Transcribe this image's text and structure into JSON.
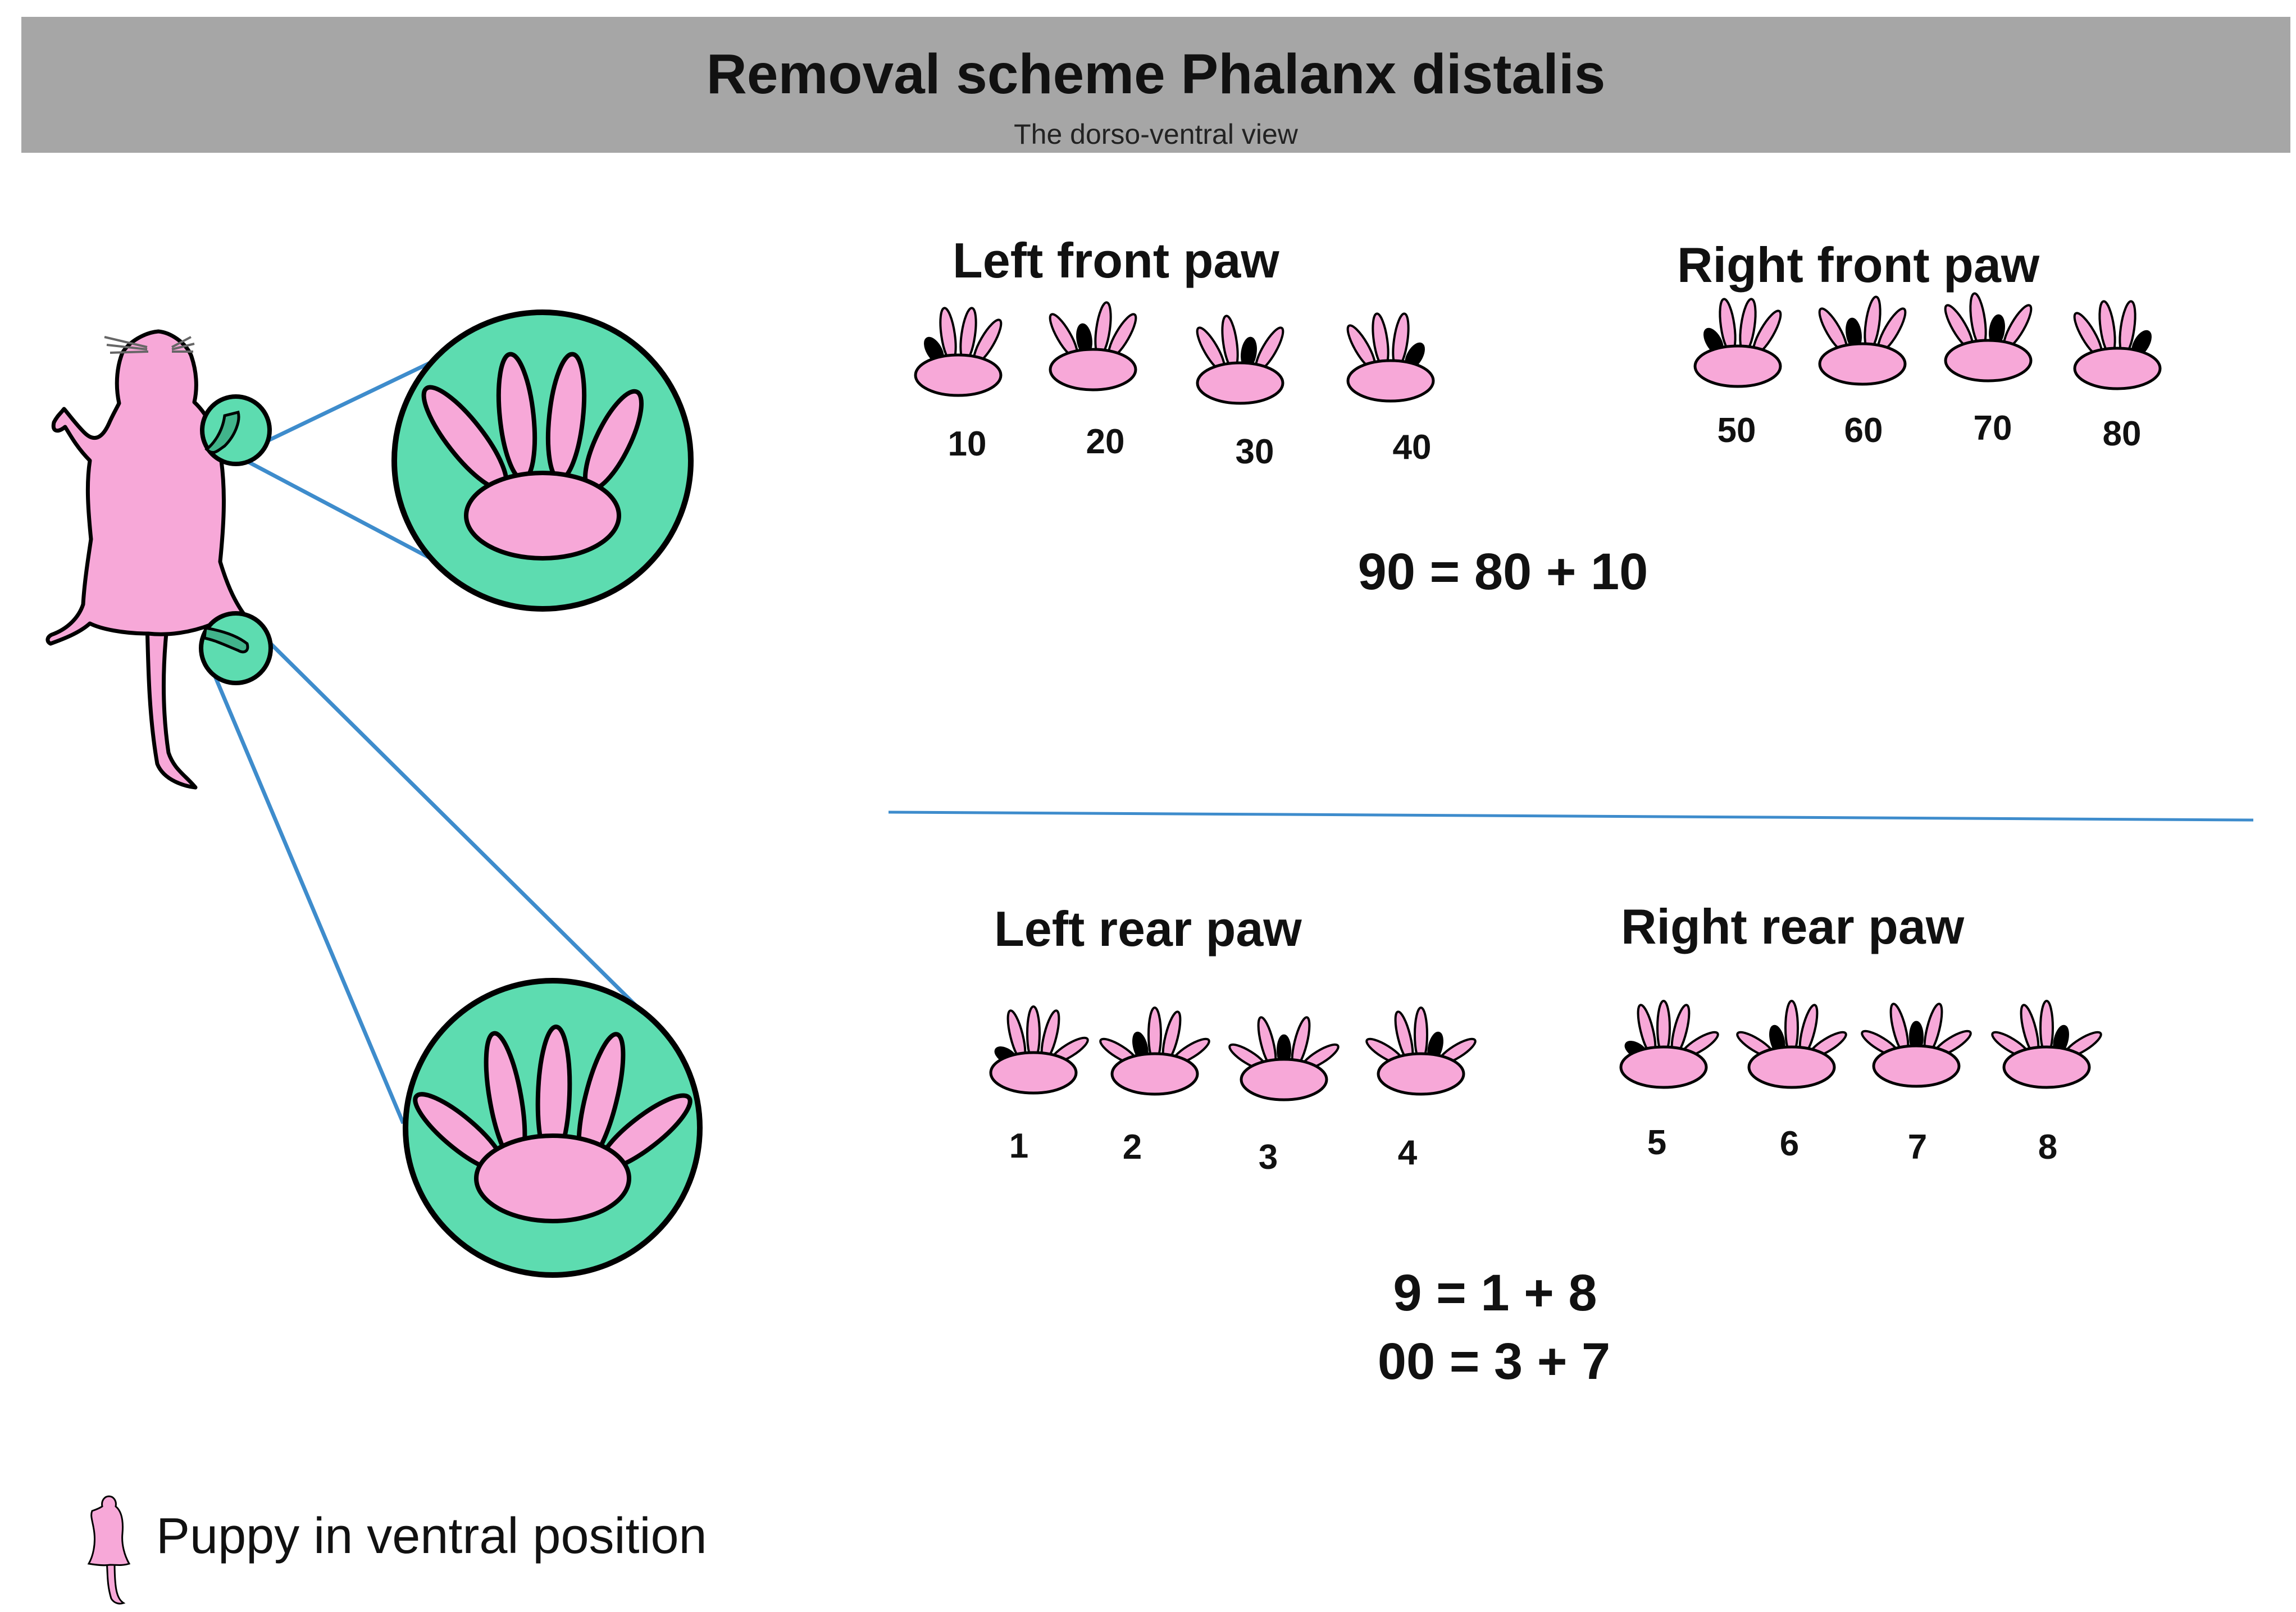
{
  "header": {
    "title": "Removal scheme Phalanx distalis",
    "subtitle": "The dorso-ventral view"
  },
  "colors": {
    "header_bg": "#a6a6a6",
    "paw_pink": "#f7a8d8",
    "circle_green": "#5ddcb0",
    "removed_toe": "#000000",
    "connector_line": "#3e8ccc",
    "divider_line": "#3e8ccc"
  },
  "front": {
    "left_heading": "Left front paw",
    "right_heading": "Right front paw",
    "paws": [
      {
        "label": "10",
        "removed_toe": 1
      },
      {
        "label": "20",
        "removed_toe": 2
      },
      {
        "label": "30",
        "removed_toe": 3
      },
      {
        "label": "40",
        "removed_toe": 4
      },
      {
        "label": "50",
        "removed_toe": 1
      },
      {
        "label": "60",
        "removed_toe": 2
      },
      {
        "label": "70",
        "removed_toe": 3
      },
      {
        "label": "80",
        "removed_toe": 4
      }
    ],
    "equation": "90 = 80 + 10"
  },
  "rear": {
    "left_heading": "Left rear paw",
    "right_heading": "Right rear paw",
    "paws": [
      {
        "label": "1",
        "removed_toe": 1
      },
      {
        "label": "2",
        "removed_toe": 2
      },
      {
        "label": "3",
        "removed_toe": 3
      },
      {
        "label": "4",
        "removed_toe": 4
      },
      {
        "label": "5",
        "removed_toe": 1
      },
      {
        "label": "6",
        "removed_toe": 2
      },
      {
        "label": "7",
        "removed_toe": 3
      },
      {
        "label": "8",
        "removed_toe": 4
      }
    ],
    "equations": [
      "9 = 1 + 8",
      "00 = 3 + 7"
    ]
  },
  "legend": {
    "label": "Puppy in ventral position",
    "icon": "puppy-icon"
  }
}
